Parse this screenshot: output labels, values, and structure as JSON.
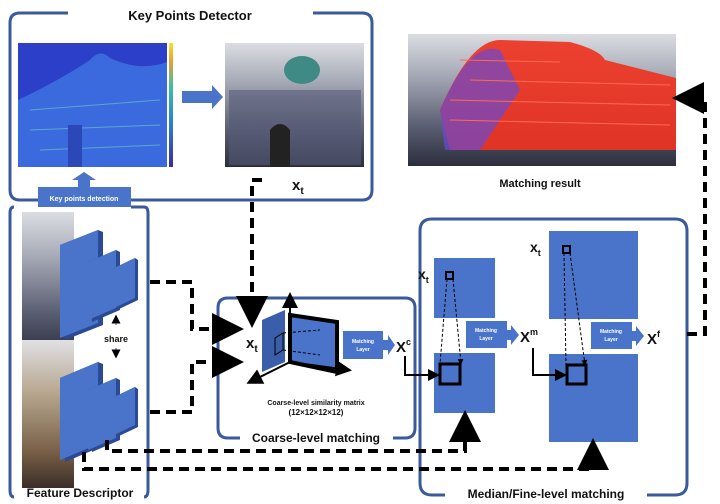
{
  "panels": {
    "key_points_detector": "Key Points Detector",
    "feature_descriptor": "Feature Descriptor",
    "coarse_matching": "Coarse-level matching",
    "median_fine_matching": "Median/Fine-level matching",
    "matching_result": "Matching result"
  },
  "labels": {
    "key_points_detection": "Key points detection",
    "share": "share",
    "similarity_matrix": "Coarse-level similarity matrix",
    "similarity_dims": "(12×12×12×12)",
    "matching_layer_1": "Matching",
    "matching_layer_2": "Layer",
    "x_t": "x",
    "x_t_sub": "t",
    "X": "X",
    "sup_c": "c",
    "sup_m": "m",
    "sup_f": "f"
  },
  "colors": {
    "panel_border": "#3a5a9c",
    "block_fill": "#4a74c9",
    "match_lines": "#ee3322"
  }
}
